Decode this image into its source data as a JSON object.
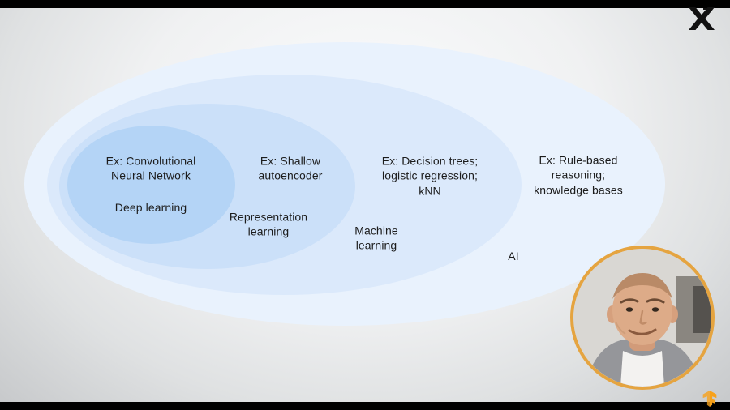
{
  "colors": {
    "ellipse_ai": "#e9f2fd",
    "ellipse_machine_learning": "#dbe9fb",
    "ellipse_representation_learning": "#cbe0f9",
    "ellipse_deep_learning": "#b4d4f6",
    "text": "#1c1c1c",
    "webcam_border": "#e5a440",
    "corner_icon": "#f7a11a",
    "logo": "#111111",
    "letterbox": "#000000"
  },
  "diagram": {
    "sets": [
      {
        "label": "Deep learning",
        "example": "Ex: Convolutional\nNeural Network"
      },
      {
        "label": "Representation\nlearning",
        "example": "Ex: Shallow\nautoencoder"
      },
      {
        "label": "Machine\nlearning",
        "example": "Ex: Decision trees;\nlogistic regression;\nkNN"
      },
      {
        "label": "AI",
        "example": "Ex: Rule-based\nreasoning;\nknowledge bases"
      }
    ]
  },
  "icons": {
    "top_right_logo": "x-logo",
    "bottom_right": "tensorflow-icon",
    "webcam": "presenter-webcam"
  }
}
